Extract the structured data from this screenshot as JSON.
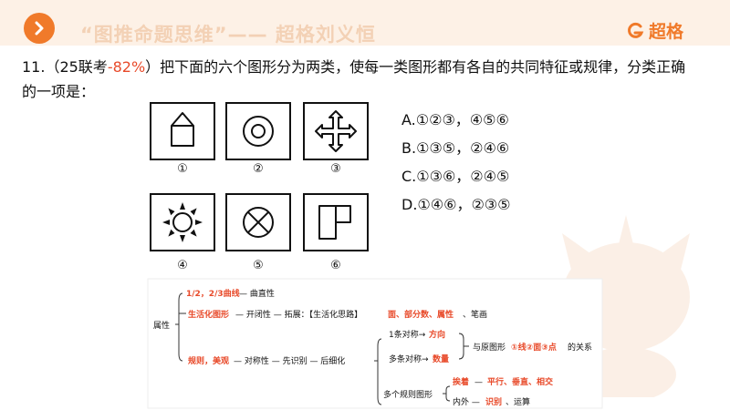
{
  "header": {
    "title": "“图推命题思维”—— 超格刘义恒",
    "brand_name": "超格"
  },
  "question": {
    "line1_prefix": "11.（25联考",
    "pct": "-82%",
    "line1_suffix": "）把下面的六个图形分为两类，使每一类图形都有各自的共同特征或规律，分类正确",
    "line2": "的一项是："
  },
  "figures": [
    {
      "label": "①",
      "icon": "house-pentagon-icon"
    },
    {
      "label": "②",
      "icon": "concentric-circles-icon"
    },
    {
      "label": "③",
      "icon": "four-arrow-cross-icon"
    },
    {
      "label": "④",
      "icon": "sun-icon"
    },
    {
      "label": "⑤",
      "icon": "circle-x-icon"
    },
    {
      "label": "⑥",
      "icon": "l-shape-icon"
    }
  ],
  "options": [
    "A.①②③，④⑤⑥",
    "B.①③⑤，②④⑥",
    "C.①③⑥，②④⑤",
    "D.①④⑥，②③⑤"
  ],
  "mindmap": {
    "root": "属性",
    "b1_red": "1/2，2/3曲线",
    "b1_tail": "— 曲直性",
    "b2_red": "生活化图形",
    "b2_mid": "— 开闭性 — 拓展：【生活化思路】",
    "b2_red2": "面、部分数、属性",
    "b2_tail": "、笔画",
    "b3_red": "规则，美观",
    "b3_mid": "— 对称性 — 先识别 — 后细化",
    "sym1": "1条对称→",
    "sym1_red": "方向",
    "sym2": "多条对称→",
    "sym2_red": "数量",
    "rel_prefix": "与原图形",
    "rel_red": "①线②面③点",
    "rel_suffix": "的关系",
    "multi": "多个规则图形",
    "adj_red": "挨着",
    "adj_dash": "—",
    "adj_red2": "平行、垂直、相交",
    "inout": "内外 —",
    "inout_red": "识别",
    "inout_tail": "、运算"
  },
  "colors": {
    "accent": "#f07a2a",
    "red": "#e84a2a",
    "banner_bg": "#fdf1e6"
  }
}
